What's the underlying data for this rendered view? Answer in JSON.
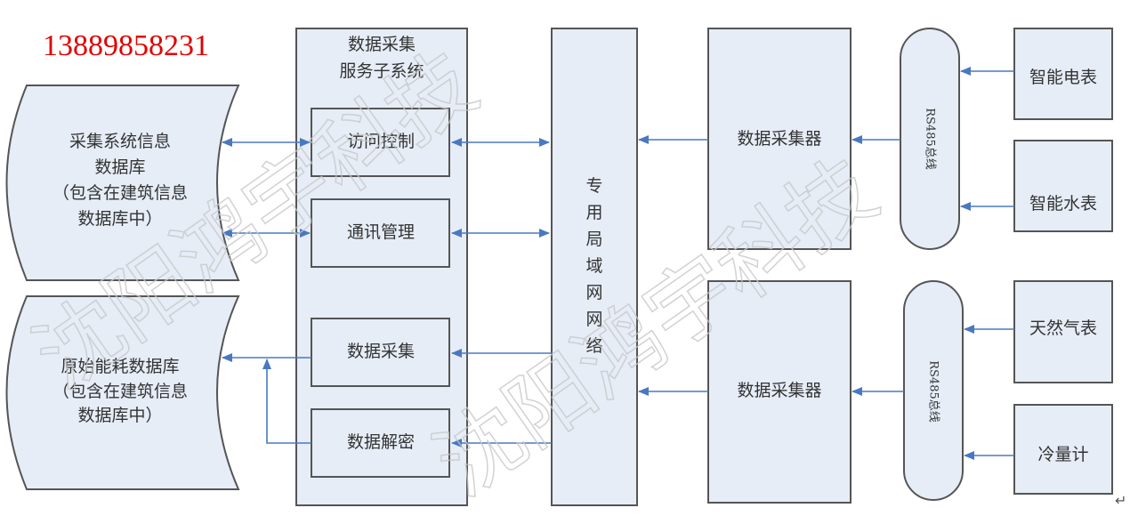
{
  "phone": "13889858231",
  "databases": [
    {
      "lines": [
        "采集系统信息",
        "数据库",
        "（包含在建筑信息",
        "数据库中）"
      ]
    },
    {
      "lines": [
        "原始能耗数据库",
        "（包含在建筑信息",
        "数据库中）"
      ]
    }
  ],
  "subsystem": {
    "title_lines": [
      "数据采集",
      "服务子系统"
    ],
    "modules": [
      "访问控制",
      "通讯管理",
      "数据采集",
      "数据解密"
    ]
  },
  "network": {
    "chars": [
      "专",
      "用",
      "局",
      "域",
      "网",
      "网",
      "络"
    ]
  },
  "collectors": [
    "数据采集器",
    "数据采集器"
  ],
  "buses": [
    "RS485总线",
    "RS485总线"
  ],
  "meters": [
    "智能电表",
    "智能水表",
    "天然气表",
    "冷量计"
  ],
  "watermark": [
    "沈阳鸿宇科技",
    "沈阳鸿宇科技"
  ],
  "return_mark": "↵",
  "colors": {
    "box_fill": "#e6edf7",
    "arrow": "#4a78c0",
    "phone": "#e00000"
  }
}
